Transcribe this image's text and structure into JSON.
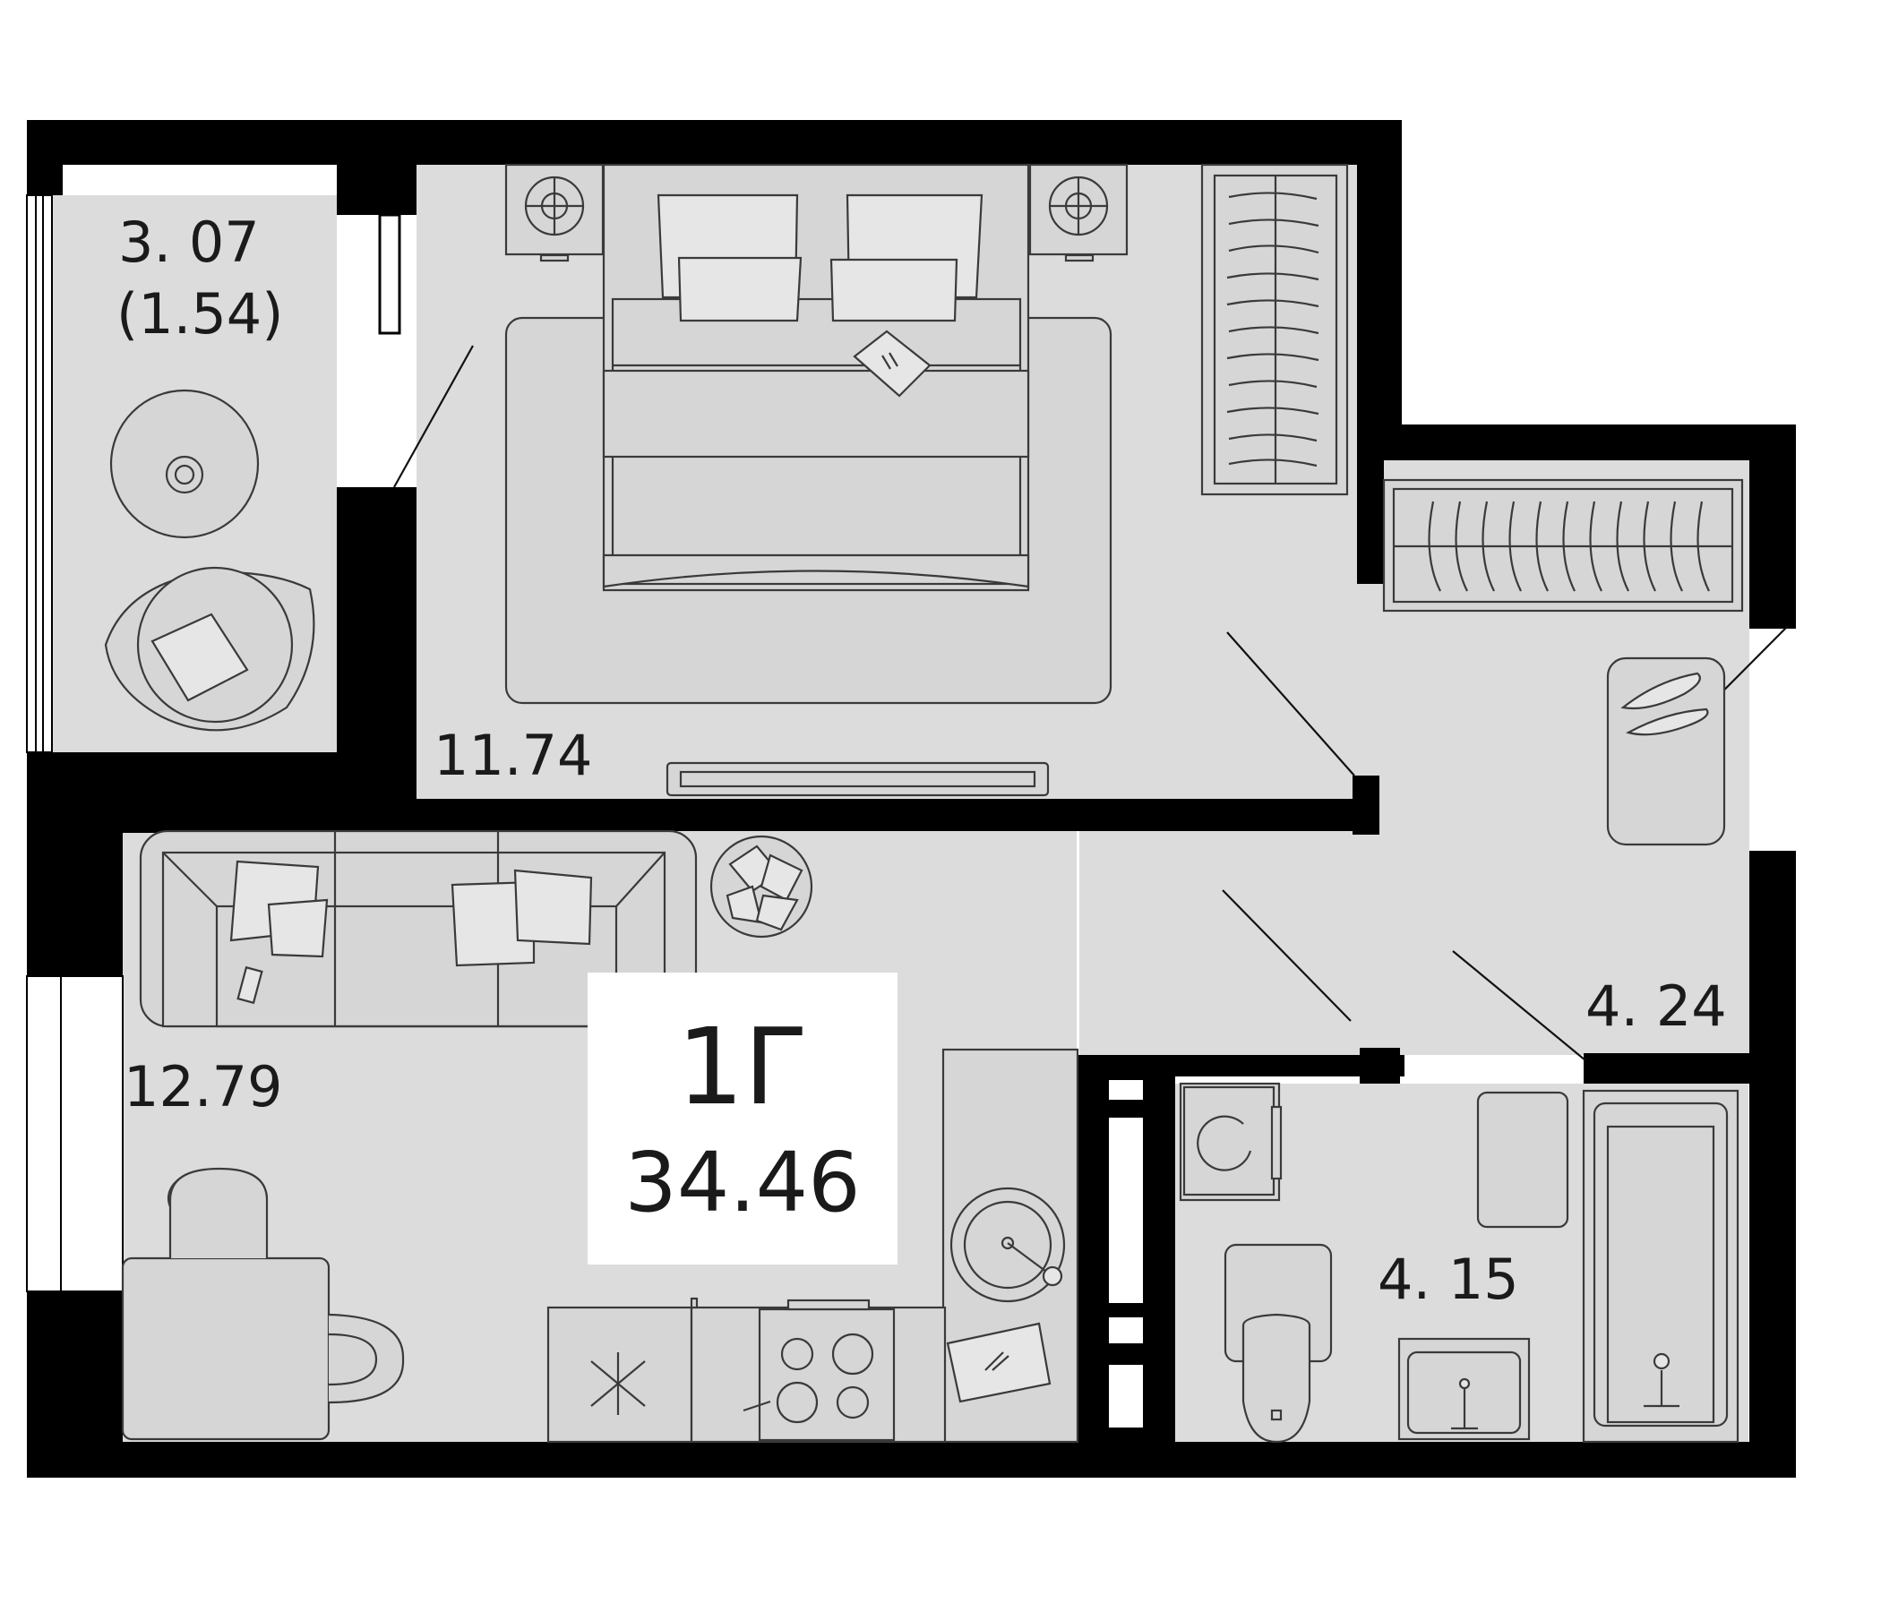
{
  "apartment": {
    "code": "1Г",
    "total_area": "34.46"
  },
  "rooms": {
    "balcony_area": "3. 07",
    "balcony_area_reduced": "(1.54)",
    "bedroom_area": "11.74",
    "living_kitchen_area": "12.79",
    "hallway_area": "4. 24",
    "bathroom_area": "4. 15"
  },
  "colors": {
    "wall": "#000000",
    "floor": "#dcdcdc",
    "furniture_stroke": "#3a3a3a",
    "badge_background": "#ffffff"
  }
}
